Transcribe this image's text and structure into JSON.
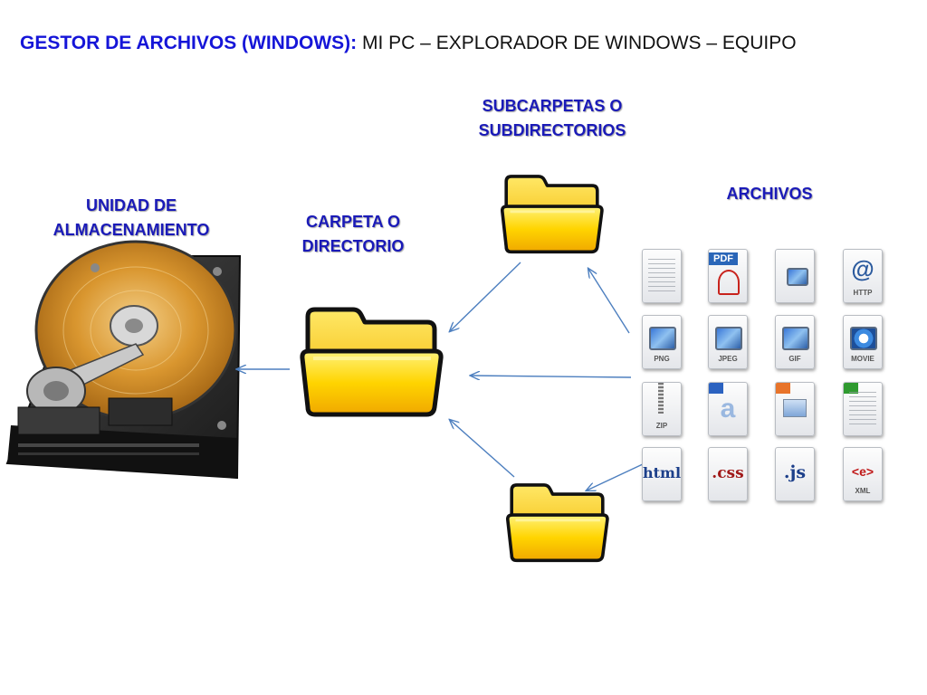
{
  "title": {
    "strong": "GESTOR DE ARCHIVOS (WINDOWS):",
    "rest": " MI PC – EXPLORADOR DE WINDOWS – EQUIPO"
  },
  "labels": {
    "drive": [
      "UNIDAD DE",
      "ALMACENAMIENTO"
    ],
    "folder": [
      "CARPETA O",
      "DIRECTORIO"
    ],
    "subfolders": [
      "SUBCARPETAS O",
      "SUBDIRECTORIOS"
    ],
    "files": [
      "ARCHIVOS"
    ]
  },
  "file_icons": [
    {
      "name": "text-file-icon",
      "text": "",
      "caption": ""
    },
    {
      "name": "pdf-file-icon",
      "text": "PDF",
      "caption": ""
    },
    {
      "name": "image-document-icon",
      "text": "",
      "caption": ""
    },
    {
      "name": "http-file-icon",
      "text": "@",
      "caption": "HTTP"
    },
    {
      "name": "png-file-icon",
      "text": "",
      "caption": "PNG"
    },
    {
      "name": "jpeg-file-icon",
      "text": "",
      "caption": "JPEG"
    },
    {
      "name": "gif-file-icon",
      "text": "",
      "caption": "GIF"
    },
    {
      "name": "movie-file-icon",
      "text": "",
      "caption": "MOVIE"
    },
    {
      "name": "zip-file-icon",
      "text": "",
      "caption": "ZIP"
    },
    {
      "name": "word-file-icon",
      "text": "a",
      "caption": ""
    },
    {
      "name": "powerpoint-file-icon",
      "text": "",
      "caption": ""
    },
    {
      "name": "spreadsheet-file-icon",
      "text": "",
      "caption": ""
    },
    {
      "name": "html-file-icon",
      "text": "html",
      "caption": ""
    },
    {
      "name": "css-file-icon",
      "text": ".css",
      "caption": ""
    },
    {
      "name": "js-file-icon",
      "text": ".js",
      "caption": ""
    },
    {
      "name": "xml-file-icon",
      "text": "<e>",
      "caption": "XML"
    }
  ],
  "colors": {
    "label_blue": "#1a1ab8",
    "title_blue": "#1515d8",
    "arrow": "#4d7fbf",
    "folder_yellow": "#ffd400"
  }
}
